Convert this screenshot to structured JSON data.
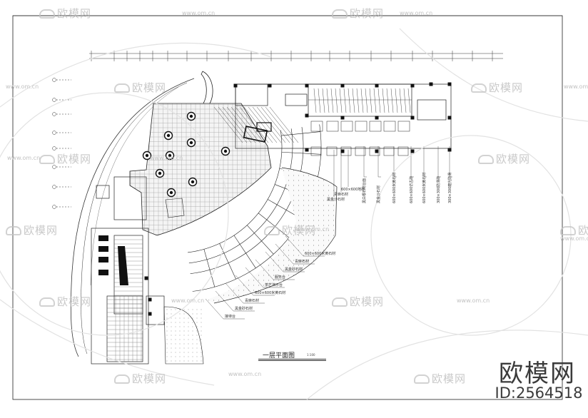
{
  "drawing": {
    "title": "一层平面图",
    "scale_note": "1:100"
  },
  "annotations_right": [
    "300×300磨光防滑",
    "300×300防滑砖",
    "600×600米黄石材",
    "600×600仿古砖",
    "600×600米黄石材",
    "黑金沙石材",
    "黑白根石材台面"
  ],
  "annotations_right_horizontal": [
    "600×600地砖",
    "青麻石材",
    "黑金沙石材"
  ],
  "annotations_lower": [
    "600×600米黄石材",
    "青麻石材",
    "黑金砂石材",
    "服务台",
    "茶艺演示台",
    "600×600米黄石材",
    "青麻石材",
    "黑金砂石材",
    "接待台"
  ],
  "watermarks": {
    "brand_text": "欧模网",
    "url_text": "www.om.cn"
  },
  "brand": {
    "logo_text": "欧模网",
    "id_text": "ID:2564518"
  },
  "colors": {
    "line": "#1a1a1a",
    "fill": "#111111",
    "watermark": "#b8b8b8"
  }
}
